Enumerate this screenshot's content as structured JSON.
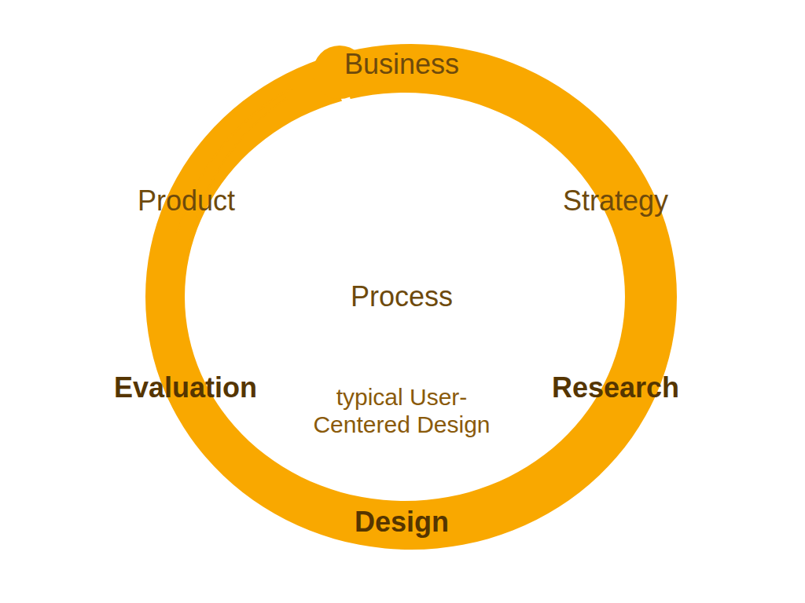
{
  "diagram": {
    "labels": [
      "Business",
      "Product",
      "Strategy",
      "Process",
      "Evaluation",
      "typical User-Centered Design",
      "Research",
      "Design"
    ]
  }
}
